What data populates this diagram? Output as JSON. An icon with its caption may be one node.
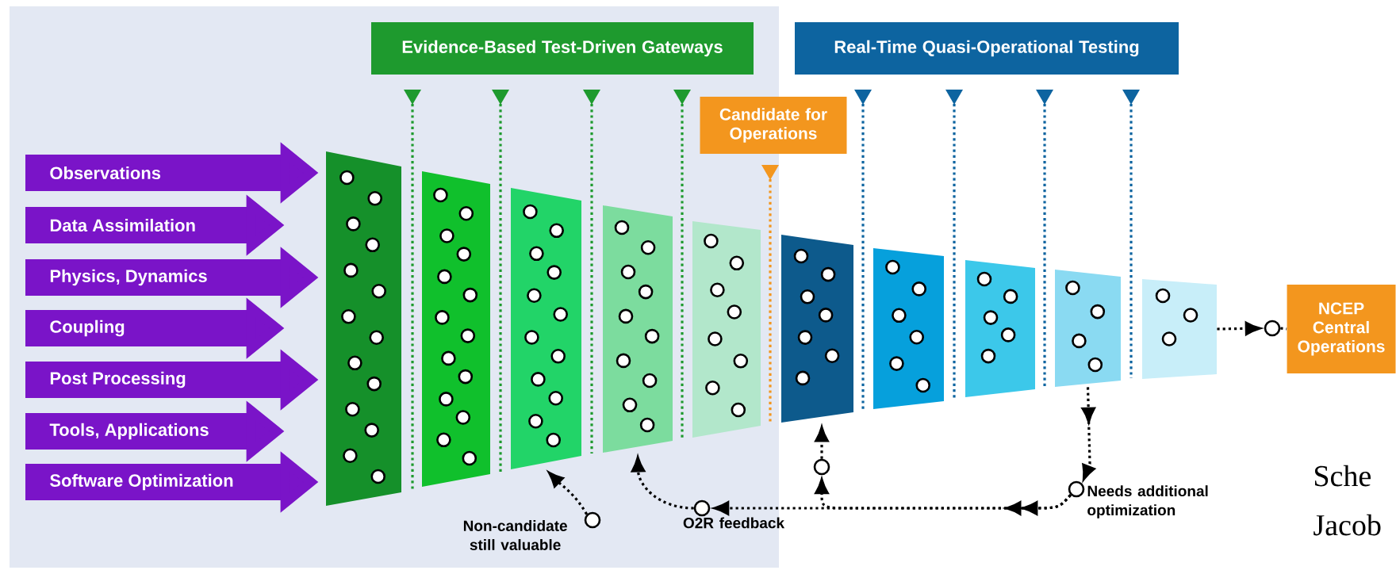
{
  "diagram": {
    "nodes": [
      {
        "text": [
          "Evidence-Based Test-Driven Gateways"
        ]
      },
      {
        "text": [
          "Real-Time Quasi-Operational Testing"
        ]
      },
      {
        "text": [
          "Candidate for Operations"
        ]
      },
      {
        "text": [],
        "shape": "trapezoid"
      },
      {
        "text": [],
        "shape": "trapezoid"
      },
      {
        "text": [],
        "shape": "trapezoid"
      },
      {
        "text": [],
        "shape": "trapezoid"
      },
      {
        "text": [],
        "shape": "trapezoid"
      },
      {
        "text": [],
        "shape": "trapezoid"
      },
      {
        "text": [],
        "shape": "trapezoid"
      },
      {
        "text": [],
        "shape": "trapezoid"
      },
      {
        "text": [],
        "shape": "trapezoid"
      },
      {
        "text": [],
        "shape": "trapezoid"
      },
      {
        "text": [],
        "shape": "circle"
      },
      {
        "text": [
          "NCEP Central Operations"
        ]
      },
      {
        "text": [],
        "shape": "circle"
      },
      {
        "text": [],
        "shape": "circle",
        "beside": [
          "Needs additional optimization"
        ]
      },
      {
        "text": [],
        "shape": "circle",
        "beside": [
          "Non-candidate still valuable"
        ]
      },
      {
        "text": [],
        "shape": "circle",
        "beside": [
          "O2R feedback"
        ]
      }
    ],
    "edges": [
      {
        "from": null,
        "to": 3,
        "arrow": "to",
        "label": "Observations",
        "style": "thick",
        "color": "#7a14c8"
      },
      {
        "from": null,
        "to": 3,
        "arrow": "to",
        "label": "Data Assimilation",
        "style": "thick",
        "color": "#7a14c8"
      },
      {
        "from": null,
        "to": 3,
        "arrow": "to",
        "label": "Physics, Dynamics",
        "style": "thick",
        "color": "#7a14c8"
      },
      {
        "from": null,
        "to": 3,
        "arrow": "to",
        "label": "Coupling",
        "style": "thick",
        "color": "#7a14c8"
      },
      {
        "from": null,
        "to": 3,
        "arrow": "to",
        "label": "Post Processing",
        "style": "thick",
        "color": "#7a14c8"
      },
      {
        "from": null,
        "to": 3,
        "arrow": "to",
        "label": "Tools, Applications",
        "style": "thick",
        "color": "#7a14c8"
      },
      {
        "from": null,
        "to": 3,
        "arrow": "to",
        "label": "Software Optimization",
        "style": "thick",
        "color": "#7a14c8"
      },
      {
        "from": 17,
        "to": 5,
        "arrow": "to",
        "style": "dashed"
      },
      {
        "from": 18,
        "to": 6,
        "arrow": "to",
        "style": "dashed"
      },
      {
        "from": 16,
        "to": 18,
        "arrow": "to",
        "style": "dashed"
      },
      {
        "from": 16,
        "to": 15,
        "arrow": "to",
        "style": "dashed"
      },
      {
        "from": 15,
        "to": 8,
        "arrow": "to",
        "style": "dashed"
      },
      {
        "from": 11,
        "to": 16,
        "arrow": "to",
        "style": "dashed"
      },
      {
        "from": 12,
        "to": 13,
        "arrow": "to",
        "style": "dashed"
      },
      {
        "from": 13,
        "to": 14,
        "arrow": "none",
        "style": "dashed"
      }
    ],
    "labels": [
      "Sche",
      "Jacob"
    ]
  }
}
